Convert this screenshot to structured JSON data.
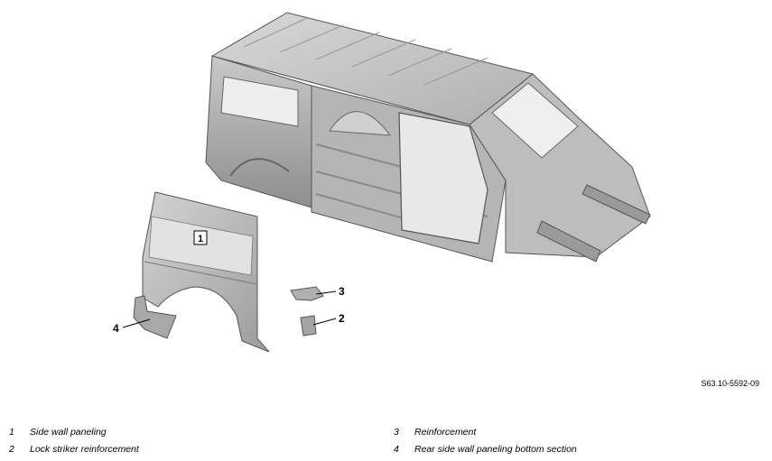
{
  "callouts": {
    "c1": "1",
    "c2": "2",
    "c3": "3",
    "c4": "4"
  },
  "reference_code": "S63.10-5592-09",
  "legend": {
    "left": [
      {
        "num": "1",
        "label": "Side wall paneling"
      },
      {
        "num": "2",
        "label": "Lock striker reinforcement"
      }
    ],
    "right": [
      {
        "num": "3",
        "label": "Reinforcement"
      },
      {
        "num": "4",
        "label": "Rear side wall paneling bottom section"
      }
    ]
  }
}
